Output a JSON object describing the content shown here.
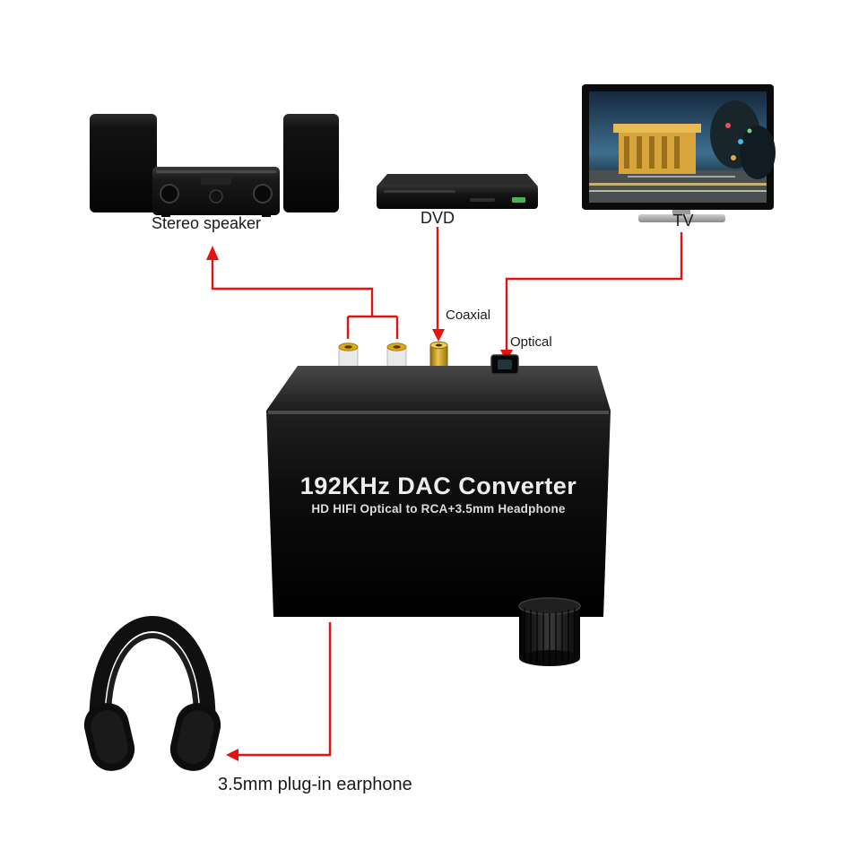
{
  "page": {
    "background_color": "#ffffff",
    "accent_color": "#e8110f",
    "device_color": "#0d0d0d"
  },
  "labels": {
    "stereo_speaker": "Stereo speaker",
    "dvd": "DVD",
    "tv": "TV",
    "coaxial": "Coaxial",
    "optical": "Optical",
    "earphone": "3.5mm plug-in earphone"
  },
  "converter": {
    "title": "192KHz DAC Converter",
    "subtitle": "HD HIFI Optical to RCA+3.5mm Headphone"
  }
}
